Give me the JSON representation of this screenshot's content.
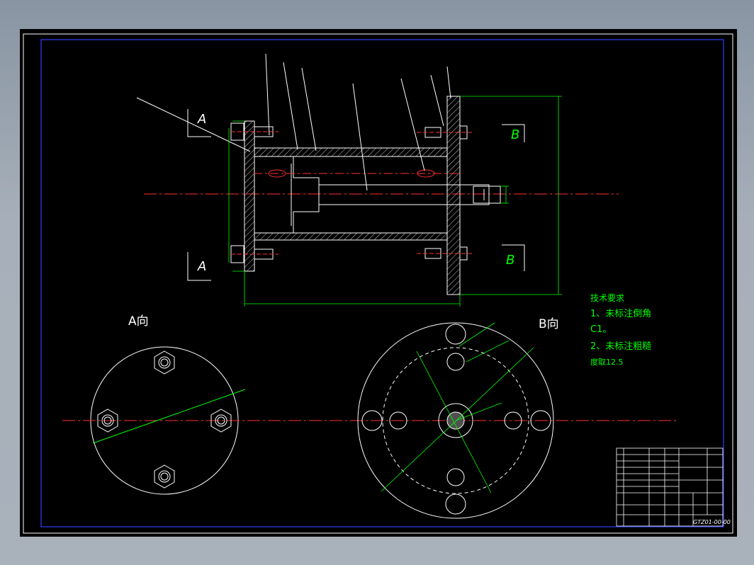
{
  "colors": {
    "background": "#000000",
    "border": "#ffffff",
    "geometry": "#ffffff",
    "centerline": "#ff3030",
    "dimension": "#00ff00",
    "frame_blue": "#3040ff",
    "leader": "#ffffff"
  },
  "section_markers": {
    "a_top": "A",
    "a_bottom": "A",
    "b_top": "B",
    "b_bottom": "B"
  },
  "view_labels": {
    "a_view": "A向",
    "b_view": "B向"
  },
  "tech_notes": {
    "heading": "技术要求",
    "line1": "1、未标注倒角",
    "line2": "C1。",
    "line3": "2、未标注粗糙",
    "line4": "度取12.5"
  },
  "title_block": {
    "drawing_number": "GTZ01-00-00"
  }
}
